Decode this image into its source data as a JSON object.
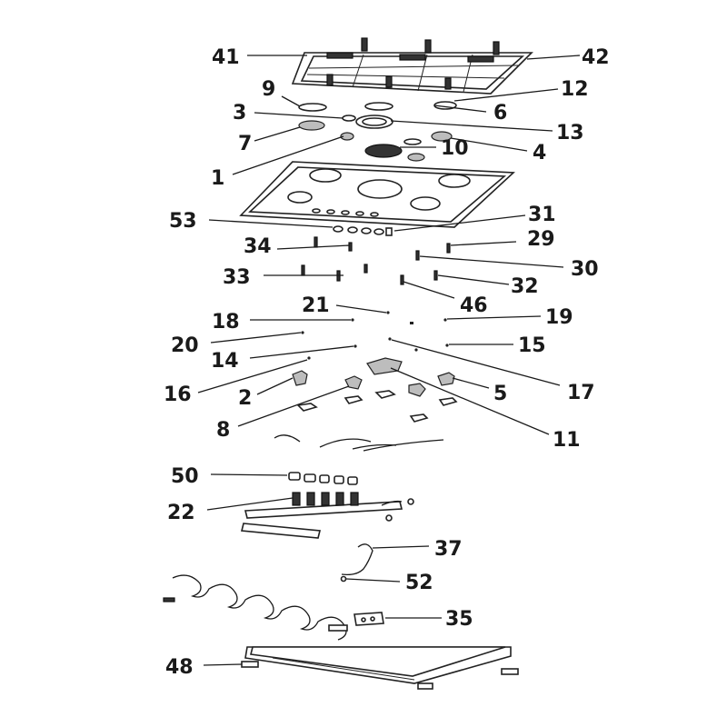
{
  "callouts": {
    "c41": "41",
    "c42": "42",
    "c9": "9",
    "c12": "12",
    "c3": "3",
    "c6": "6",
    "c13": "13",
    "c7": "7",
    "c10": "10",
    "c4": "4",
    "c1": "1",
    "c53": "53",
    "c31": "31",
    "c34": "34",
    "c29": "29",
    "c30": "30",
    "c33": "33",
    "c32": "32",
    "c21": "21",
    "c46": "46",
    "c18": "18",
    "c19": "19",
    "c20": "20",
    "c15": "15",
    "c14": "14",
    "c17": "17",
    "c16": "16",
    "c2": "2",
    "c5": "5",
    "c8": "8",
    "c11": "11",
    "c50": "50",
    "c22": "22",
    "c37": "37",
    "c52": "52",
    "c35": "35",
    "c48": "48"
  }
}
